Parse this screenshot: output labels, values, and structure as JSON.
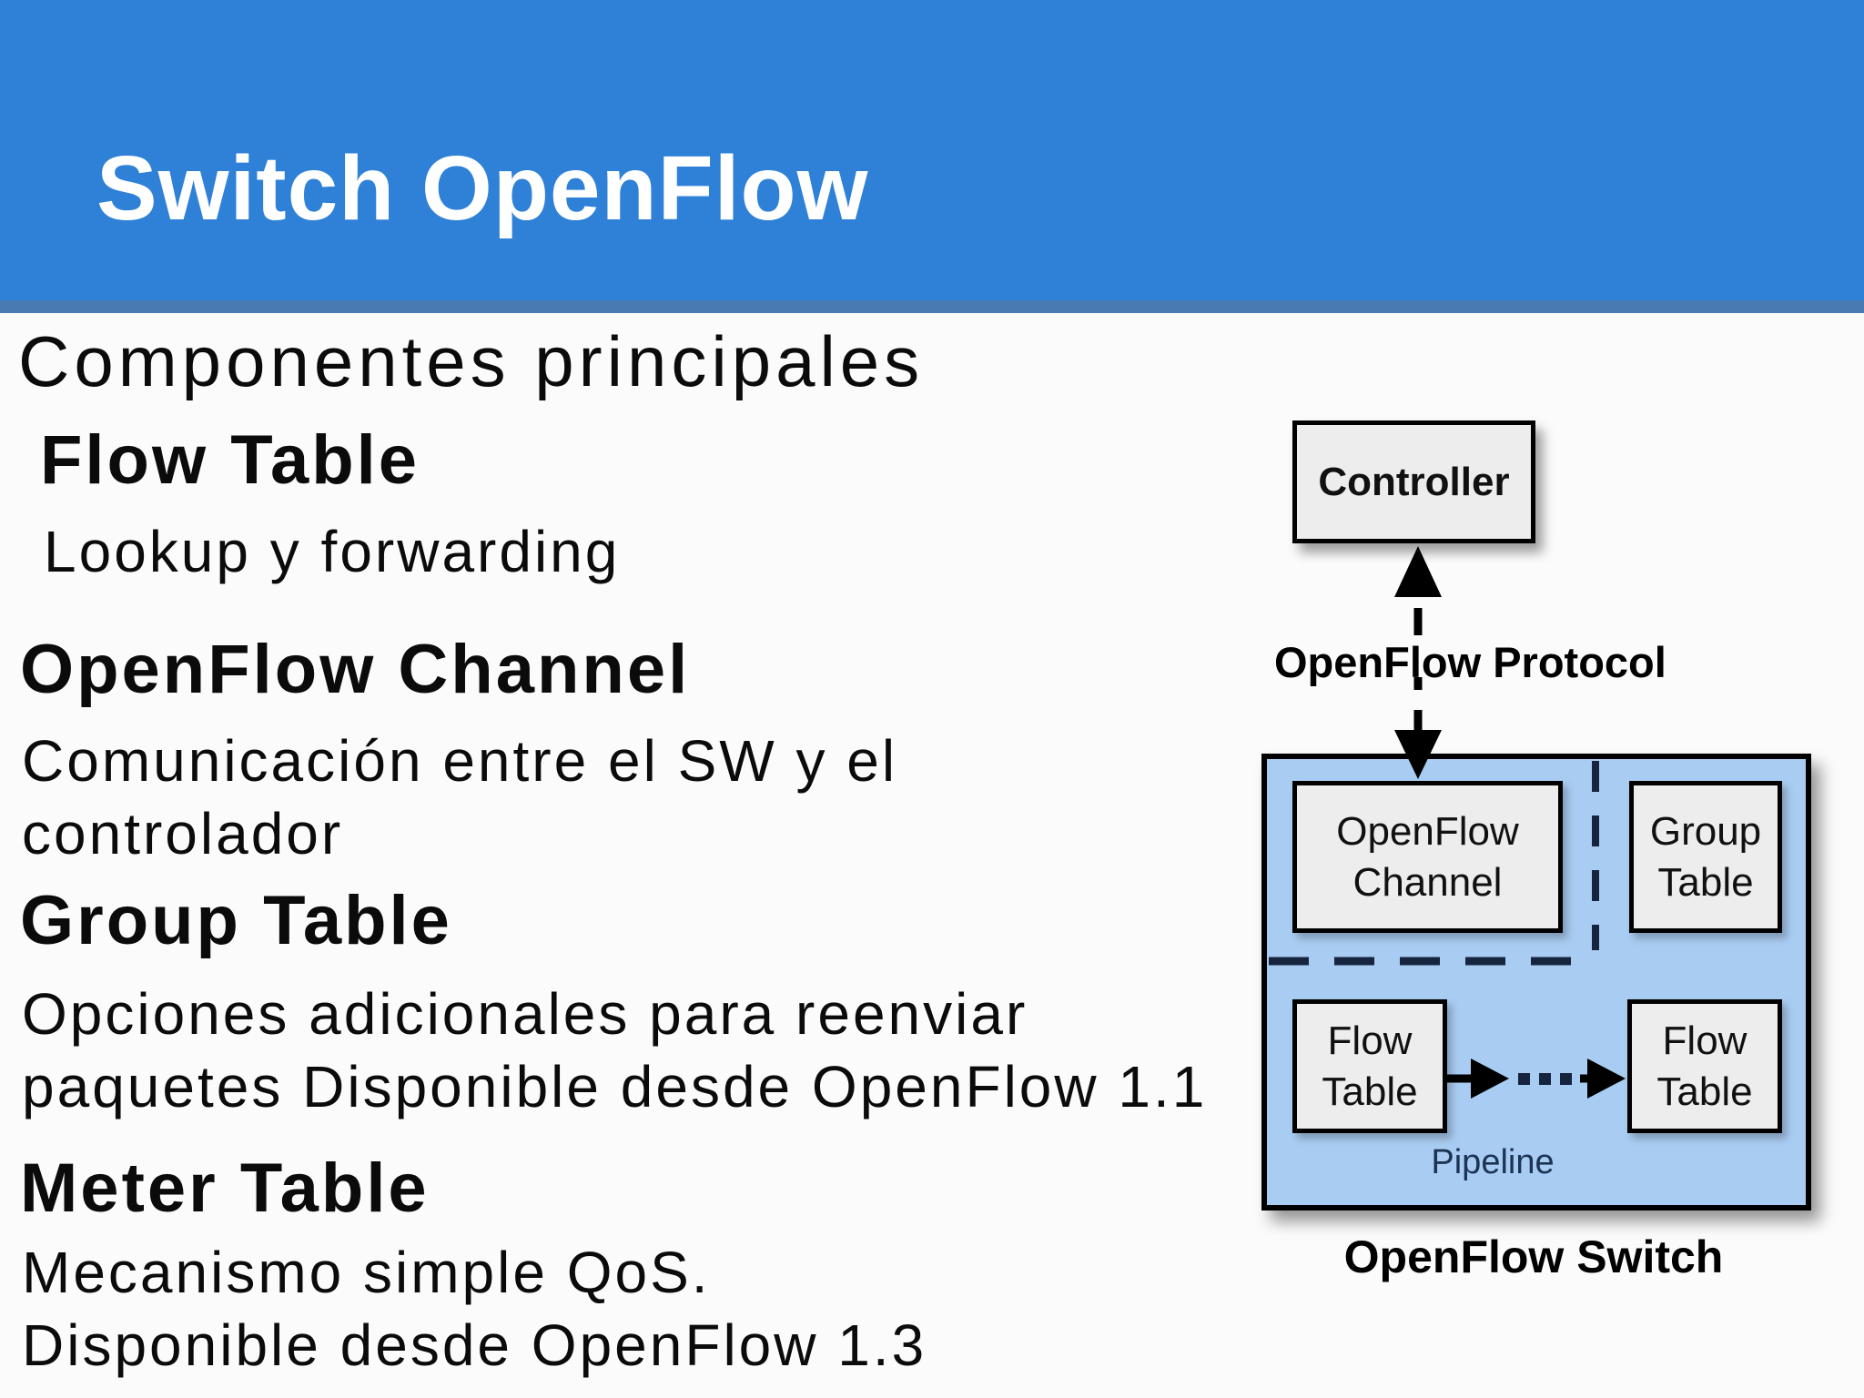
{
  "slide": {
    "title": "Switch OpenFlow",
    "subtitle": "Componentes principales",
    "sections": [
      {
        "heading": "Flow Table",
        "lines": [
          "Lookup y forwarding"
        ]
      },
      {
        "heading": "OpenFlow Channel",
        "lines": [
          "Comunicación entre el SW y el",
          "controlador"
        ]
      },
      {
        "heading": "Group Table",
        "lines": [
          "Opciones adicionales para reenviar",
          "paquetes Disponible desde OpenFlow 1.1"
        ]
      },
      {
        "heading": "Meter Table",
        "lines": [
          "Mecanismo simple QoS.",
          "Disponible desde OpenFlow 1.3"
        ]
      }
    ]
  },
  "diagram": {
    "controller": "Controller",
    "protocol": "OpenFlow Protocol",
    "channel_lines": [
      "OpenFlow",
      "Channel"
    ],
    "group_lines": [
      "Group",
      "Table"
    ],
    "flow_left_lines": [
      "Flow",
      "Table"
    ],
    "flow_right_lines": [
      "Flow",
      "Table"
    ],
    "pipeline": "Pipeline",
    "switch_caption": "OpenFlow Switch"
  },
  "colors": {
    "header-blue": "#2E81D6",
    "header-strip": "#4A7AB2",
    "slide-bg": "#FBFBFB",
    "text-color": "#0B0B0B",
    "title-color": "#FFFFFF",
    "switch-fill": "#A9CDF2",
    "box-fill": "#EDEDED",
    "line-dark": "#000000",
    "dash-navy": "#16243D",
    "pipeline-navy": "#1C3354"
  }
}
